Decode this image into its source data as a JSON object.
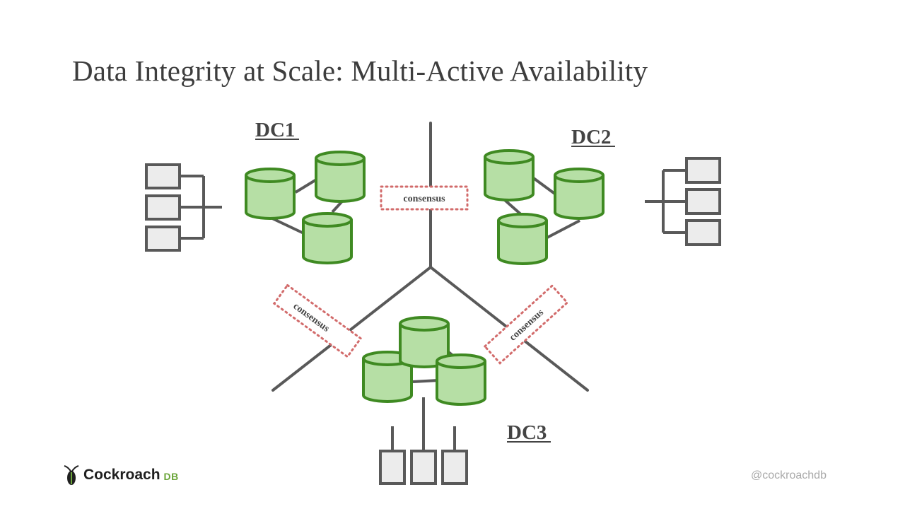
{
  "slide": {
    "title": "Data Integrity at Scale: Multi-Active Availability",
    "handle": "@cockroachdb"
  },
  "logo": {
    "icon": "cockroach-icon",
    "word": "Cockroach",
    "suffix": "DB"
  },
  "datacenters": [
    {
      "id": "dc1",
      "label": "DC1"
    },
    {
      "id": "dc2",
      "label": "DC2"
    },
    {
      "id": "dc3",
      "label": "DC3"
    }
  ],
  "consensus": [
    {
      "id": "consensus-top",
      "label": "consensus"
    },
    {
      "id": "consensus-left",
      "label": "consensus"
    },
    {
      "id": "consensus-right",
      "label": "consensus"
    }
  ],
  "colors": {
    "database_fill": "#b6dfa5",
    "database_stroke": "#3f8a22",
    "line": "#595959",
    "client_fill": "#ececec",
    "client_stroke": "#595959",
    "consensus_border": "#d26b6b",
    "title": "#3d3d3d"
  }
}
